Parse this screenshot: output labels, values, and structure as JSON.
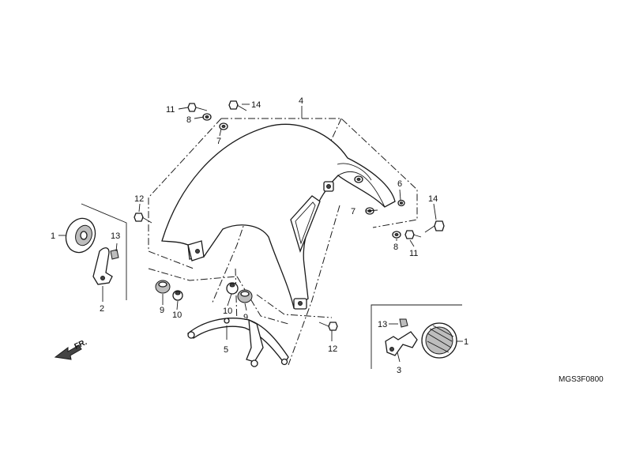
{
  "diagram_code": "MGS3F0800",
  "direction_marker": "FR.",
  "callouts": {
    "c1_left": "1",
    "c1_right": "1",
    "c2": "2",
    "c3": "3",
    "c4": "4",
    "c5": "5",
    "c6": "6",
    "c7_top": "7",
    "c7_mid": "7",
    "c8_top": "8",
    "c8_right": "8",
    "c9_left": "9",
    "c9_right": "9",
    "c10_left": "10",
    "c10_right": "10",
    "c11_top": "11",
    "c11_right": "11",
    "c12_left": "12",
    "c12_right": "12",
    "c13_left": "13",
    "c13_right": "13",
    "c14_top": "14",
    "c14_right": "14"
  }
}
